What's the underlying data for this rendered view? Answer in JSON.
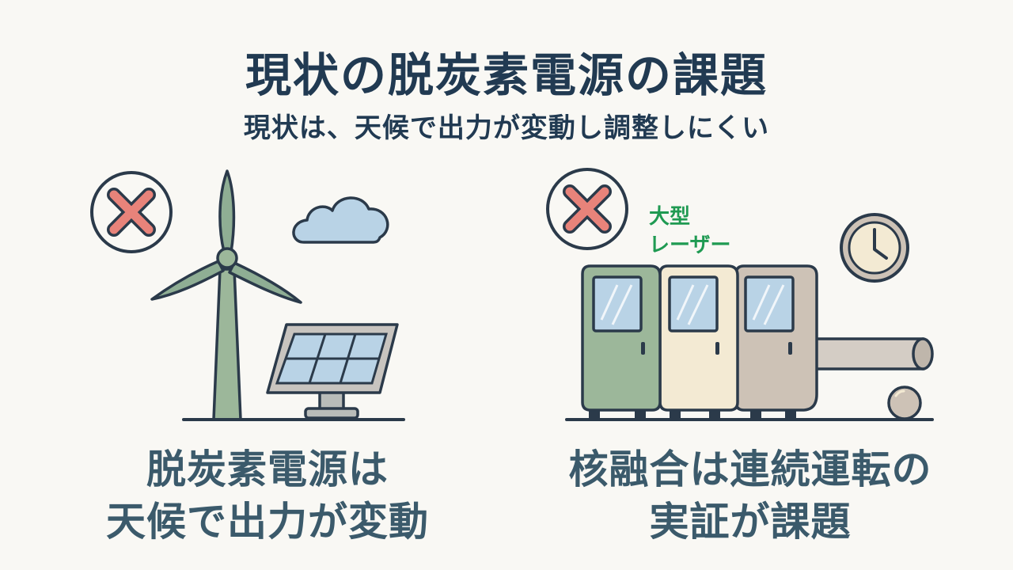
{
  "title": "現状の脱炭素電源の課題",
  "subtitle": "現状は、天候で出力が変動し調整しにくい",
  "left_panel": {
    "caption_line1": "脱炭素電源は",
    "caption_line2": "天候で出力が変動",
    "icons": [
      "cross-mark-icon",
      "wind-turbine-icon",
      "cloud-icon",
      "solar-panel-icon"
    ]
  },
  "right_panel": {
    "label_line1": "大型",
    "label_line2": "レーザー",
    "caption_line1": "核融合は連続運転の",
    "caption_line2": "実証が課題",
    "icons": [
      "cross-mark-icon",
      "clock-icon",
      "laser-cabinet-icon",
      "pipe-icon",
      "sphere-icon"
    ]
  },
  "colors": {
    "title": "#213a52",
    "caption": "#3b5a6b",
    "cross": "#e8837a",
    "label_green": "#1f9a52",
    "outline": "#2b3a4a",
    "turbine": "#8fae94",
    "cloud": "#b9d3e6",
    "cabinet_green": "#9cb79a",
    "cabinet_cream": "#f3ead3",
    "cabinet_taupe": "#cdc2b6"
  }
}
